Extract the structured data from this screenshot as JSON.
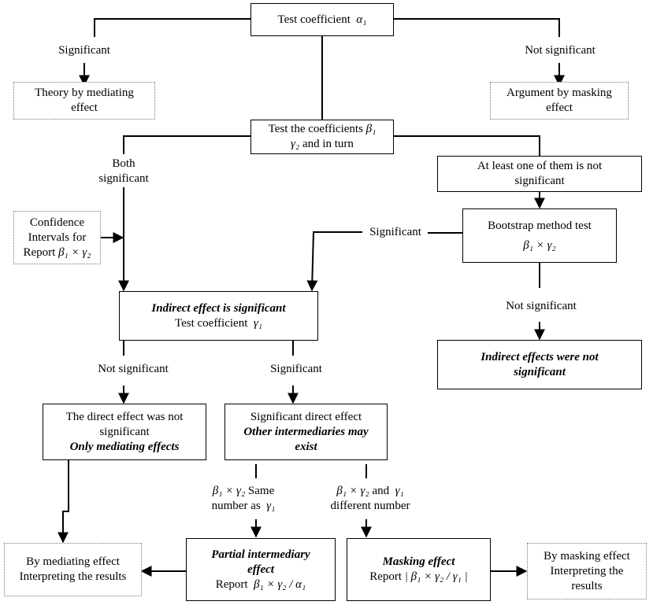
{
  "nodes": {
    "test_alpha": {
      "text": "Test coefficient",
      "math": "α₁"
    },
    "mediating_theory": {
      "line1": "Theory by mediating",
      "line2": "effect"
    },
    "masking_argument": {
      "line1": "Argument by masking",
      "line2": "effect"
    },
    "test_beta_gamma": {
      "line1_text": "Test the coefficients",
      "line1_math": "β₁",
      "line2_math": "γ₂",
      "line2_text": "and  in turn"
    },
    "at_least_one": {
      "line1": "At least one of them is not",
      "line2": "significant"
    },
    "confidence": {
      "line1": "Confidence",
      "line2": "Intervals for",
      "line3_text": "Report",
      "line3_math": "β₁ × γ₂"
    },
    "bootstrap": {
      "line1": "Bootstrap method test",
      "line2_math": "β₁ × γ₂"
    },
    "indirect_significant": {
      "line1": "Indirect effect is significant",
      "line2_text": "Test coefficient",
      "line2_math": "γ₁"
    },
    "indirect_not_significant": {
      "line1": "Indirect effects were not",
      "line2": "significant"
    },
    "direct_not_significant": {
      "line1": "The direct effect was not",
      "line2": "significant",
      "line3": "Only mediating effects"
    },
    "direct_significant": {
      "line1": "Significant direct effect",
      "line2": "Other intermediaries may",
      "line3": "exist"
    },
    "partial": {
      "line1": "Partial intermediary",
      "line2": "effect",
      "line3_text": "Report",
      "line3_math": "β₁ × γ₂  /  α₁"
    },
    "masking": {
      "line1": "Masking effect",
      "line2_text": "Report",
      "line2_math": "| β₁ × γ₂ / γ₁ |"
    },
    "mediating_results": {
      "line1": "By mediating effect",
      "line2": "Interpreting the results"
    },
    "masking_results": {
      "line1": "By masking effect",
      "line2": "Interpreting the",
      "line3": "results"
    }
  },
  "labels": {
    "significant_left": "Significant",
    "not_significant_right": "Not significant",
    "both_line1": "Both",
    "both_line2": "significant",
    "significant_boot": "Significant",
    "not_significant_boot": "Not significant",
    "not_significant_gamma": "Not significant",
    "significant_gamma": "Significant",
    "same_math": "β₁ × γ₂",
    "same_text1": "Same",
    "same_text2": "number as",
    "same_math2": "γ₁",
    "diff_math": "β₁ × γ₂",
    "diff_text1": "and",
    "diff_math2": "γ₁",
    "diff_text2": "different number"
  }
}
